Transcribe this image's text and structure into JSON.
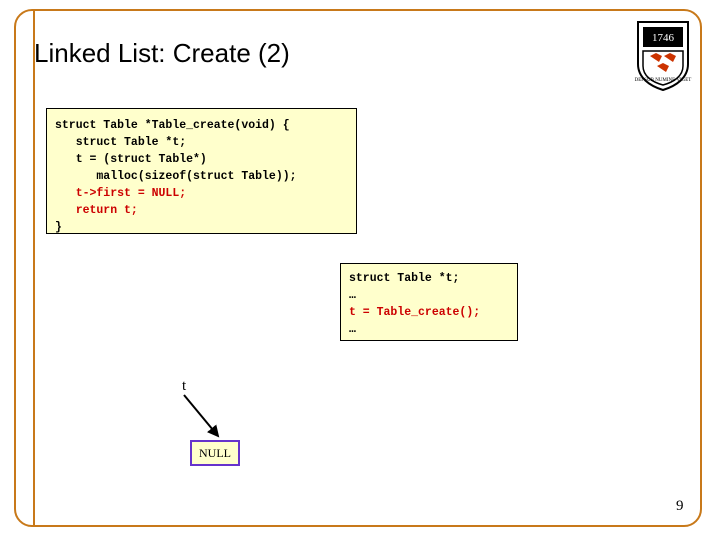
{
  "slide": {
    "title": "Linked List: Create (2)",
    "page_number": "9",
    "logo_name": "princeton-shield-logo",
    "accent_color": "#c8791a",
    "code_bg_color": "#ffffcc",
    "keyword_color": "#cc0000",
    "node_border_color": "#6633cc"
  },
  "code_create": {
    "lines": [
      {
        "text": "struct Table *Table_create(void) {",
        "indent": 0,
        "highlight": false
      },
      {
        "text": "struct Table *t;",
        "indent": 1,
        "highlight": false
      },
      {
        "text": "t = (struct Table*)",
        "indent": 1,
        "highlight": false
      },
      {
        "text": "malloc(sizeof(struct Table));",
        "indent": 2,
        "highlight": false
      },
      {
        "text": "t->first = NULL;",
        "indent": 1,
        "highlight": true
      },
      {
        "text": "return t;",
        "indent": 1,
        "highlight": true
      },
      {
        "text": "}",
        "indent": 0,
        "highlight": false
      }
    ]
  },
  "code_usage": {
    "lines": [
      {
        "text": "struct Table *t;",
        "highlight": false
      },
      {
        "text": "…",
        "highlight": false
      },
      {
        "text": "t = Table_create();",
        "highlight": true
      },
      {
        "text": "…",
        "highlight": false
      }
    ]
  },
  "diagram": {
    "pointer_label": "t",
    "node_label": "NULL",
    "arrow_name": "pointer-arrow"
  }
}
